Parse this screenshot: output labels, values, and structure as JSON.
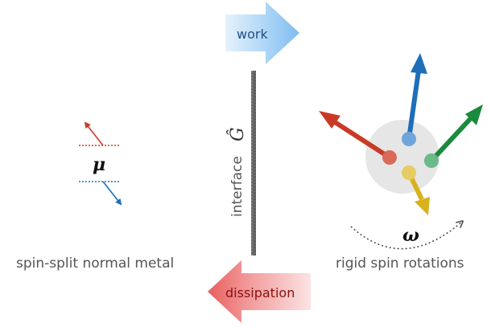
{
  "arrows": {
    "work_label": "work",
    "dissipation_label": "dissipation"
  },
  "interface": {
    "label": "interface",
    "symbol": "Ĝ"
  },
  "left_panel": {
    "chemical_potential_symbol": "μ",
    "caption": "spin-split normal metal"
  },
  "right_panel": {
    "frequency_symbol": "ω",
    "caption": "rigid spin rotations"
  },
  "colors": {
    "work_arrow": "#8ec6f2",
    "dissipation_arrow": "#ec6e6e",
    "interface_bar": "#555555",
    "spin_red": "#c93a25",
    "spin_blue": "#1e6fb8",
    "spin_green": "#1a8a3c",
    "spin_yellow": "#d8b21e",
    "sphere": "#e6e6e6"
  }
}
